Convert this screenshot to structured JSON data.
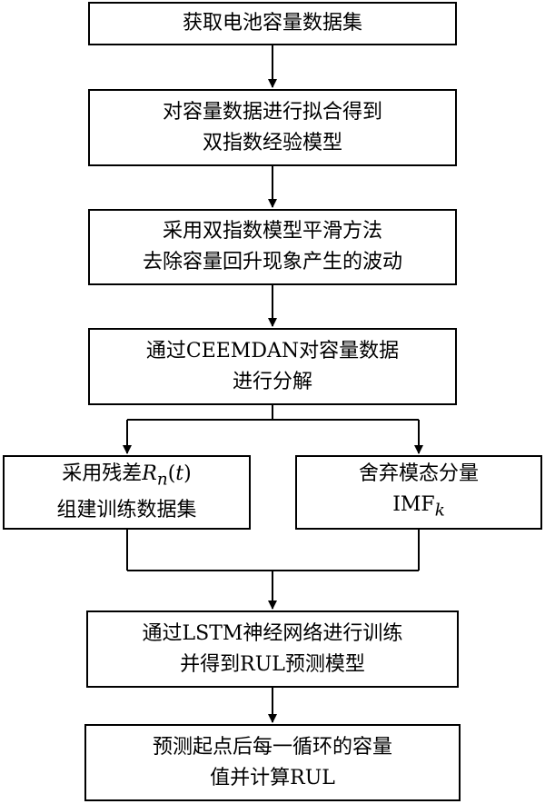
{
  "steps": {
    "acquire": {
      "line1": "获取电池容量数据集"
    },
    "fit": {
      "line1": "对容量数据进行拟合得到",
      "line2": "双指数经验模型"
    },
    "smooth": {
      "line1": "采用双指数模型平滑方法",
      "line2": "去除容量回升现象产生的波动"
    },
    "decompose": {
      "line1": "通过CEEMDAN对容量数据",
      "line2": "进行分解"
    },
    "residual": {
      "prefix": "采用残差",
      "symbol": "R",
      "subscript": "n",
      "open": "(",
      "var": "t",
      "close": ")",
      "line2": "组建训练数据集"
    },
    "discard": {
      "line1": "舍弃模态分量",
      "symbol": "IMF",
      "subscript": "k"
    },
    "train": {
      "line1": "通过LSTM神经网络进行训练",
      "line2": "并得到RUL预测模型"
    },
    "predict": {
      "line1": "预测起点后每一循环的容量",
      "line2": "值并计算RUL"
    }
  }
}
